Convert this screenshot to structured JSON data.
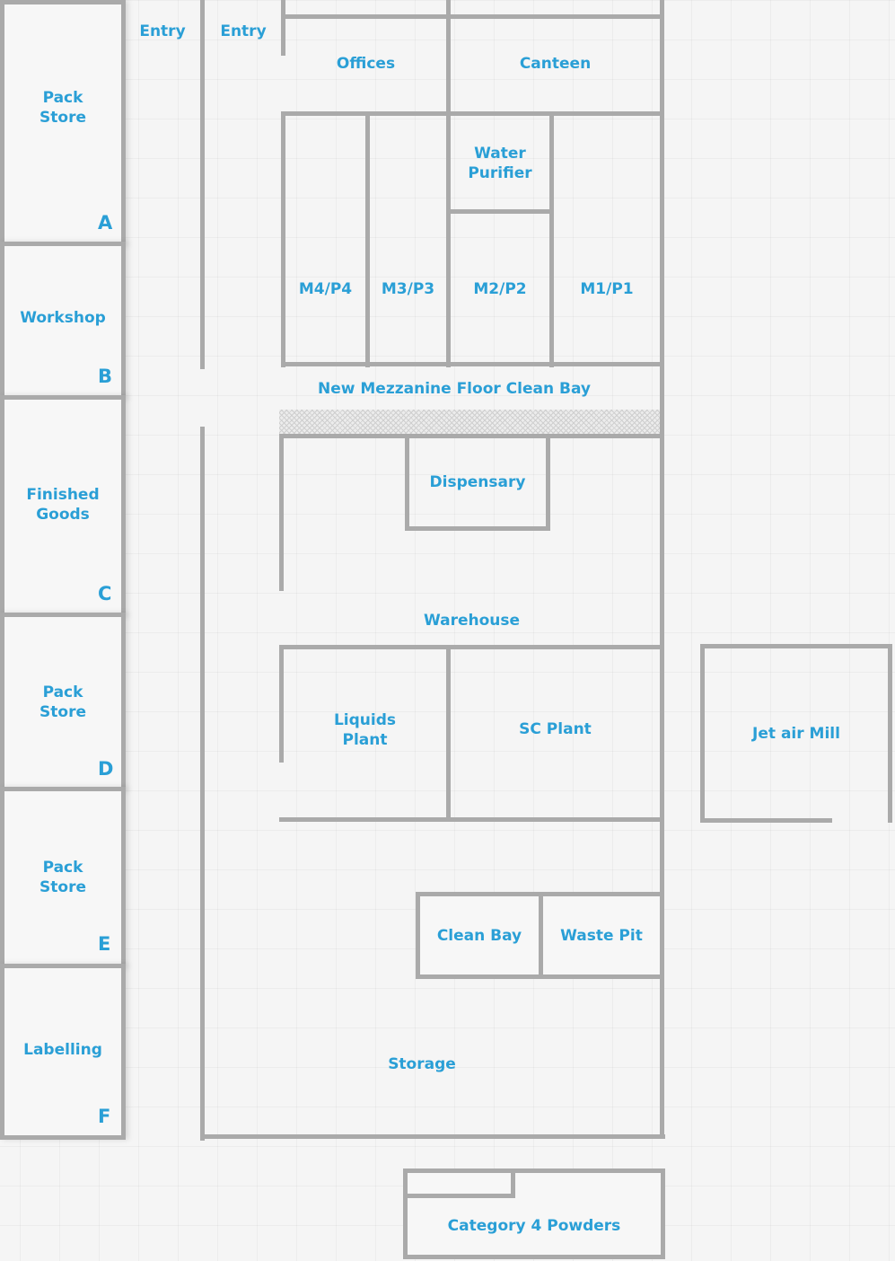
{
  "diagram": {
    "entries": [
      "Entry",
      "Entry"
    ],
    "left_rooms": [
      {
        "name": "Pack\nStore",
        "letter": "A"
      },
      {
        "name": "Workshop",
        "letter": "B"
      },
      {
        "name": "Finished\nGoods",
        "letter": "C"
      },
      {
        "name": "Pack\nStore",
        "letter": "D"
      },
      {
        "name": "Pack\nStore",
        "letter": "E"
      },
      {
        "name": "Labelling",
        "letter": "F"
      }
    ],
    "main_building": {
      "offices": "Offices",
      "canteen": "Canteen",
      "m4": "M4/P4",
      "m3": "M3/P3",
      "water_purifier": "Water\nPurifier",
      "m2": "M2/P2",
      "m1": "M1/P1",
      "mezzanine": "New Mezzanine Floor Clean Bay",
      "dispensary": "Dispensary",
      "warehouse": "Warehouse",
      "liquids_plant": "Liquids\nPlant",
      "sc_plant": "SC Plant",
      "clean_bay": "Clean Bay",
      "waste_pit": "Waste Pit",
      "storage": "Storage"
    },
    "jet_air_mill": "Jet air Mill",
    "category4": "Category 4 Powders",
    "colors": {
      "wall": "#aaaaaa",
      "label": "#2a9fd6",
      "background": "#f5f5f5"
    }
  }
}
